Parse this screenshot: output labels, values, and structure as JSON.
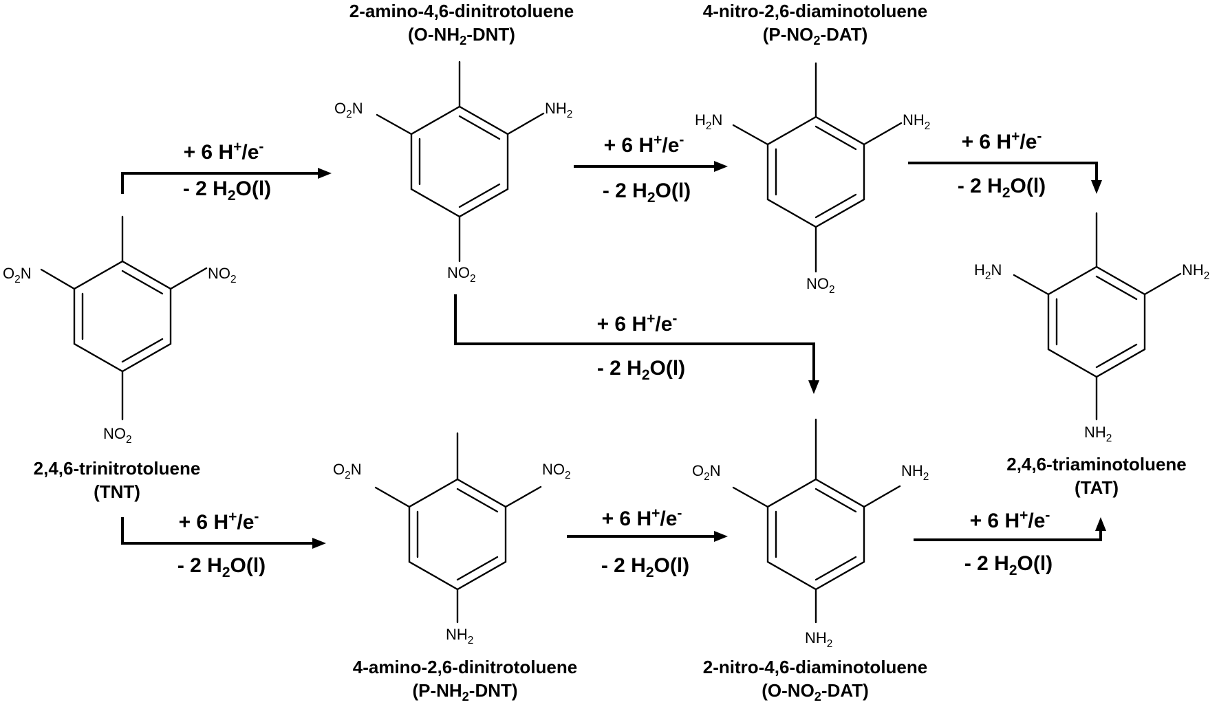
{
  "compounds": [
    {
      "name": "2,4,6-trinitrotoluene",
      "abbr": "(TNT)"
    },
    {
      "name": "2-amino-4,6-dinitrotoluene",
      "abbr_pre": "(O-NH",
      "abbr_sub": "2",
      "abbr_post": "-DNT)"
    },
    {
      "name": "4-nitro-2,6-diaminotoluene",
      "abbr_pre": "(P-NO",
      "abbr_sub": "2",
      "abbr_post": "-DAT)"
    },
    {
      "name": "2,4,6-triaminotoluene",
      "abbr": "(TAT)"
    },
    {
      "name": "4-amino-2,6-dinitrotoluene",
      "abbr_pre": "(P-NH",
      "abbr_sub": "2",
      "abbr_post": "-DNT)"
    },
    {
      "name": "2-nitro-4,6-diaminotoluene",
      "abbr_pre": "(O-NO",
      "abbr_sub": "2",
      "abbr_post": "-DAT)"
    }
  ],
  "groups": {
    "no2_pre": "NO",
    "no2_sub": "2",
    "o2n_pre": "O",
    "o2n_sub": "2",
    "o2n_post": "N",
    "nh2_pre": "NH",
    "nh2_sub": "2",
    "h2n_pre": "H",
    "h2n_sub": "2",
    "h2n_post": "N"
  },
  "conditions": {
    "plus": "+ 6 H",
    "plus_sup": "+",
    "plus_post": "/e",
    "plus_sup2": "-",
    "minus": "- 2 H",
    "minus_sub": "2",
    "minus_post": "O(l)"
  }
}
